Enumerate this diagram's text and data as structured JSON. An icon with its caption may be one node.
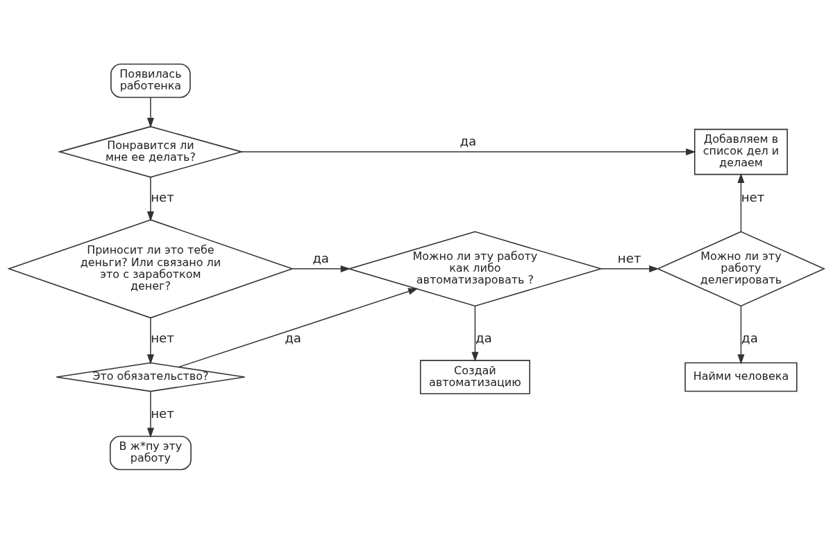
{
  "diagram": {
    "nodes": [
      {
        "text": [
          "Появилась работенка"
        ]
      },
      {
        "text": [
          "Понравится ли мне ее делать?"
        ]
      },
      {
        "text": [
          "Добавляем в список дел и делаем"
        ]
      },
      {
        "text": [
          "Приносит ли это тебе деньги? Или связано ли это с заработком денег?"
        ]
      },
      {
        "text": [
          "Можно ли эту работу как либо автоматизаровать ?"
        ]
      },
      {
        "text": [
          "Можно ли эту работу делегировать"
        ]
      },
      {
        "text": [
          "Это обязательство?"
        ]
      },
      {
        "text": [
          "Создай автоматизацию"
        ]
      },
      {
        "text": [
          "Найми человека"
        ]
      },
      {
        "text": [
          "В ж*пу эту работу"
        ]
      }
    ],
    "edges": [
      {
        "from": 0,
        "to": 1,
        "arrow": "to"
      },
      {
        "from": 1,
        "to": 2,
        "arrow": "to",
        "label": "да"
      },
      {
        "from": 1,
        "to": 3,
        "arrow": "to",
        "label": "нет"
      },
      {
        "from": 3,
        "to": 4,
        "arrow": "to",
        "label": "да"
      },
      {
        "from": 3,
        "to": 6,
        "arrow": "to",
        "label": "нет"
      },
      {
        "from": 6,
        "to": 4,
        "arrow": "to",
        "label": "да"
      },
      {
        "from": 4,
        "to": 7,
        "arrow": "to",
        "label": "да"
      },
      {
        "from": 4,
        "to": 5,
        "arrow": "to",
        "label": "нет"
      },
      {
        "from": 5,
        "to": 2,
        "arrow": "to",
        "label": "нет"
      },
      {
        "from": 5,
        "to": 8,
        "arrow": "to",
        "label": "да"
      },
      {
        "from": 6,
        "to": 9,
        "arrow": "to",
        "label": "нет"
      }
    ]
  }
}
